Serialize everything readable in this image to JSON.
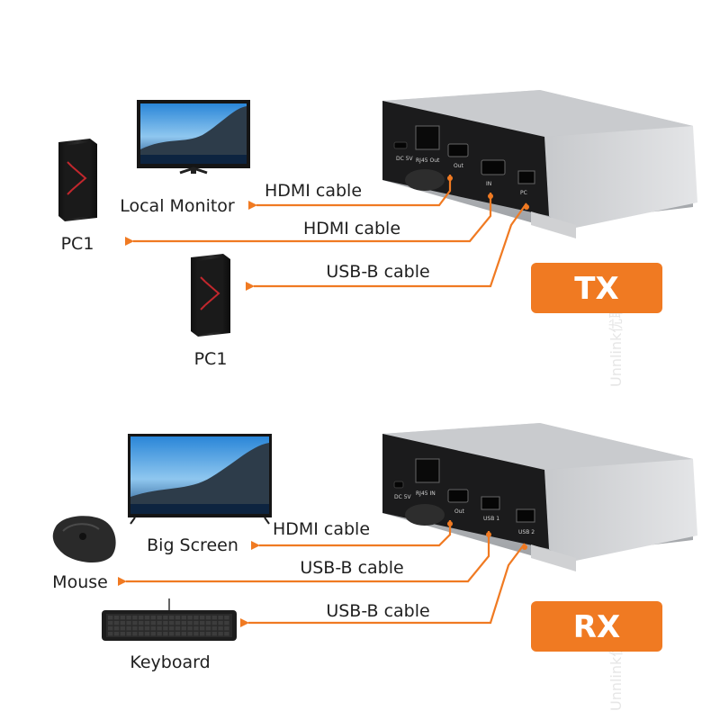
{
  "watermark": "Unnlink优联",
  "accent_color": "#f07a22",
  "tx": {
    "badge": "TX",
    "ports": {
      "dc": "DC 5V",
      "rj45": "RJ45 Out",
      "hdmi_out": "Out",
      "hdmi_in": "IN",
      "usb": "PC"
    },
    "devices": {
      "monitor": "Local Monitor",
      "pc_top": "PC1",
      "pc_bottom": "PC1"
    },
    "cables": {
      "monitor": "HDMI cable",
      "pc_hdmi": "HDMI cable",
      "pc_usb": "USB-B cable"
    }
  },
  "rx": {
    "badge": "RX",
    "ports": {
      "dc": "DC 5V",
      "rj45": "RJ45 IN",
      "hdmi_out": "Out",
      "usb1": "USB 1",
      "usb2": "USB 2"
    },
    "devices": {
      "screen": "Big Screen",
      "mouse": "Mouse",
      "keyboard": "Keyboard"
    },
    "cables": {
      "screen": "HDMI cable",
      "mouse": "USB-B cable",
      "keyboard": "USB-B cable"
    }
  }
}
